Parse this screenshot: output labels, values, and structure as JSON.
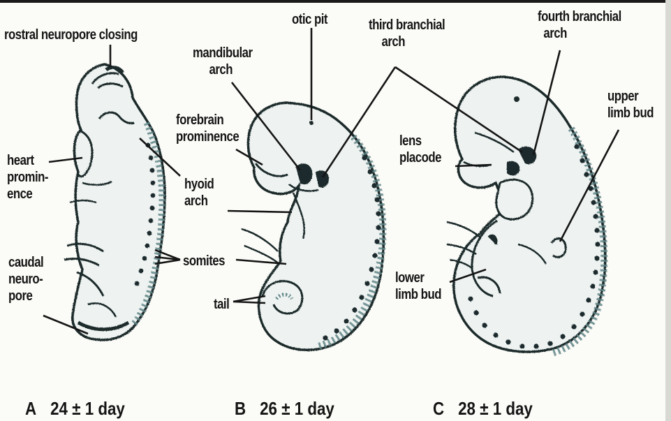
{
  "labels": {
    "rostral_neuropore": [
      "rostral neuropore closing"
    ],
    "heart_prominence": [
      "heart",
      "promin-",
      "ence"
    ],
    "caudal_neuropore": [
      "caudal",
      "neuro-",
      "pore"
    ],
    "mandibular_arch": [
      "mandibular",
      "arch"
    ],
    "forebrain_prominence": [
      "forebrain",
      "prominence"
    ],
    "hyoid_arch": [
      "hyoid",
      "arch"
    ],
    "somites": [
      "somites"
    ],
    "tail": [
      "tail"
    ],
    "otic_pit": [
      "otic pit"
    ],
    "third_branchial_arch": [
      "third branchial",
      "arch"
    ],
    "fourth_branchial_arch": [
      "fourth branchial",
      "arch"
    ],
    "upper_limb_bud": [
      "upper",
      "limb bud"
    ],
    "lens_placode": [
      "lens",
      "placode"
    ],
    "lower_limb_bud": [
      "lower",
      "limb bud"
    ]
  },
  "captions": [
    {
      "letter": "A",
      "age": "24 ± 1 day"
    },
    {
      "letter": "B",
      "age": "26 ± 1 day"
    },
    {
      "letter": "C",
      "age": "28 ± 1 day"
    }
  ],
  "colors": {
    "outline": "#1a2a2c",
    "fill": "#ecf2ef",
    "shade": "#5f8486",
    "ink": "#151515"
  }
}
